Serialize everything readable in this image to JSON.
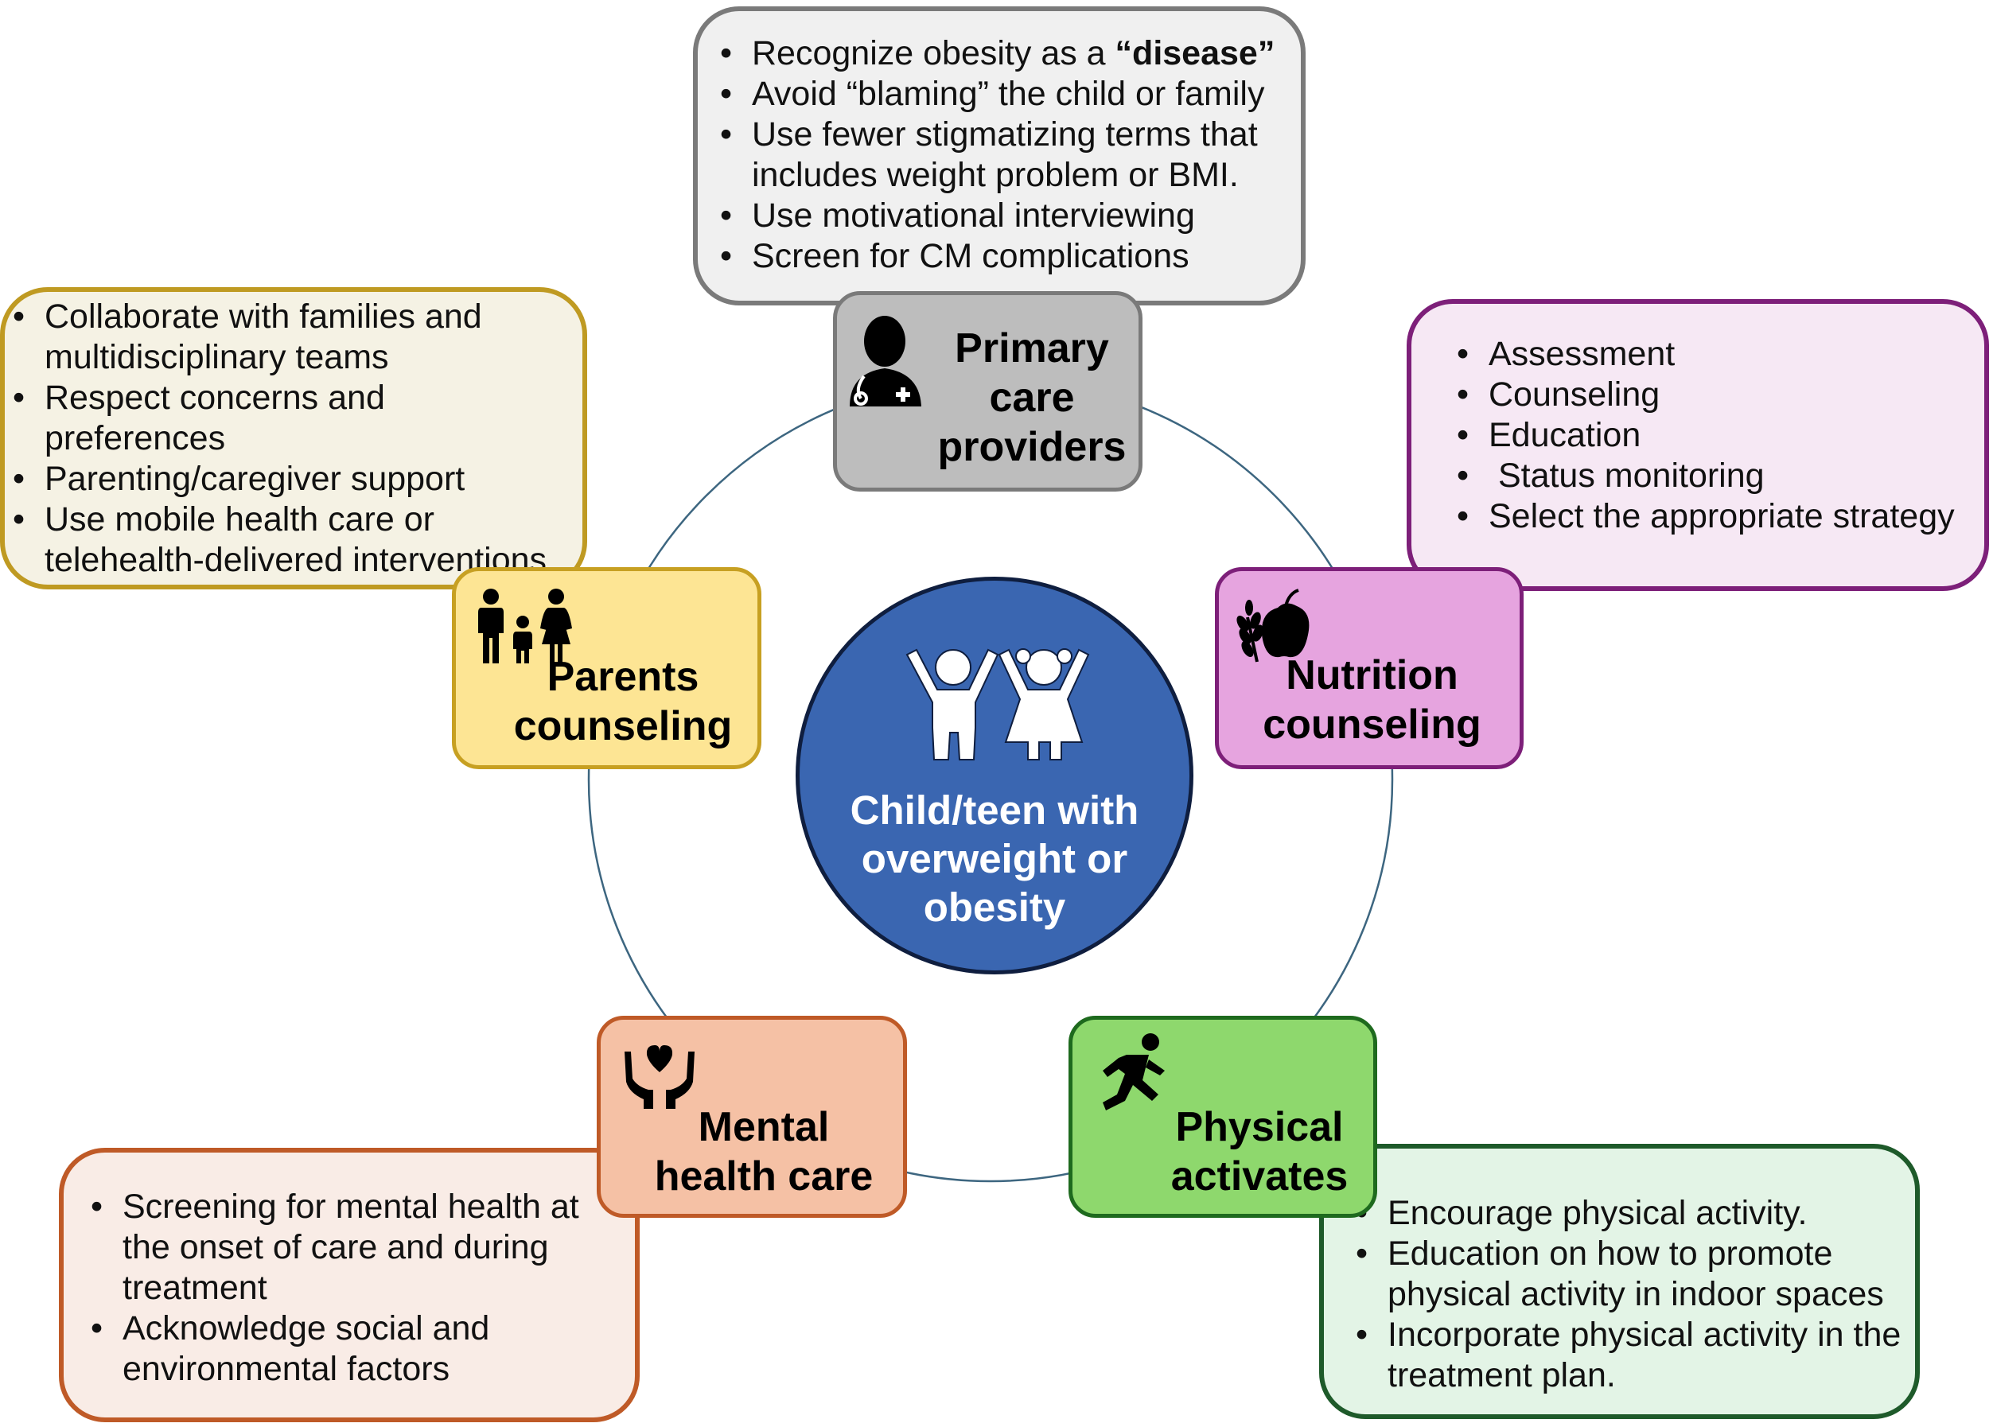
{
  "center": {
    "label": "Child/teen with\noverweight or\nobesity",
    "icon": "children-icon"
  },
  "hubs": {
    "primary": {
      "title": "Primary\ncare\nproviders",
      "icon": "doctor-icon",
      "fill": "#bdbdbd",
      "border": "#7a7a7a"
    },
    "nutrition": {
      "title": "Nutrition\ncounseling",
      "icon": "apple-wheat-icon",
      "fill": "#e6a4df",
      "border": "#7d1f79"
    },
    "physical": {
      "title": "Physical\nactivates",
      "icon": "running-person-icon",
      "fill": "#8ed86d",
      "border": "#1e6a1e"
    },
    "mental": {
      "title": "Mental\nhealth care",
      "icon": "hands-heart-icon",
      "fill": "#f5c1a5",
      "border": "#bf5a27"
    },
    "parents": {
      "title": "Parents\ncounseling",
      "icon": "family-icon",
      "fill": "#fde594",
      "border": "#c7a022"
    }
  },
  "notes": {
    "primary": {
      "fill": "#f0f0f0",
      "border": "#7a7a7a",
      "items": [
        {
          "text": "Recognize obesity as a ",
          "bold": "“disease”"
        },
        {
          "text": "Avoid “blaming” the child or family"
        },
        {
          "text": "Use fewer stigmatizing terms that includes weight problem or BMI."
        },
        {
          "text": "Use motivational interviewing"
        },
        {
          "text": "Screen for CM complications"
        }
      ]
    },
    "nutrition": {
      "fill": "#f6e8f4",
      "border": "#7d1f79",
      "items": [
        {
          "text": "Assessment"
        },
        {
          "text": "Counseling"
        },
        {
          "text": "Education"
        },
        {
          "text": " Status monitoring"
        },
        {
          "text": "Select the appropriate strategy"
        }
      ]
    },
    "physical": {
      "fill": "#e3f4e6",
      "border": "#1e5a2a",
      "items": [
        {
          "text": "Encourage physical activity."
        },
        {
          "text": "Education on how to promote physical activity in indoor spaces"
        },
        {
          "text": "Incorporate physical activity in the treatment plan."
        }
      ]
    },
    "mental": {
      "fill": "#f9ece6",
      "border": "#bf5a27",
      "items": [
        {
          "text": "Screening for mental health at the onset of care and during treatment"
        },
        {
          "text": "Acknowledge social and environmental factors"
        }
      ]
    },
    "parents": {
      "fill": "#f5f2e4",
      "border": "#bf9a22",
      "items": [
        {
          "text": "Collaborate with families and multidisciplinary teams"
        },
        {
          "text": "Respect concerns and preferences"
        },
        {
          "text": "Parenting/caregiver support"
        },
        {
          "text": "Use mobile health care or telehealth-delivered interventions."
        }
      ]
    }
  },
  "colors": {
    "ring": "#3d6680"
  }
}
